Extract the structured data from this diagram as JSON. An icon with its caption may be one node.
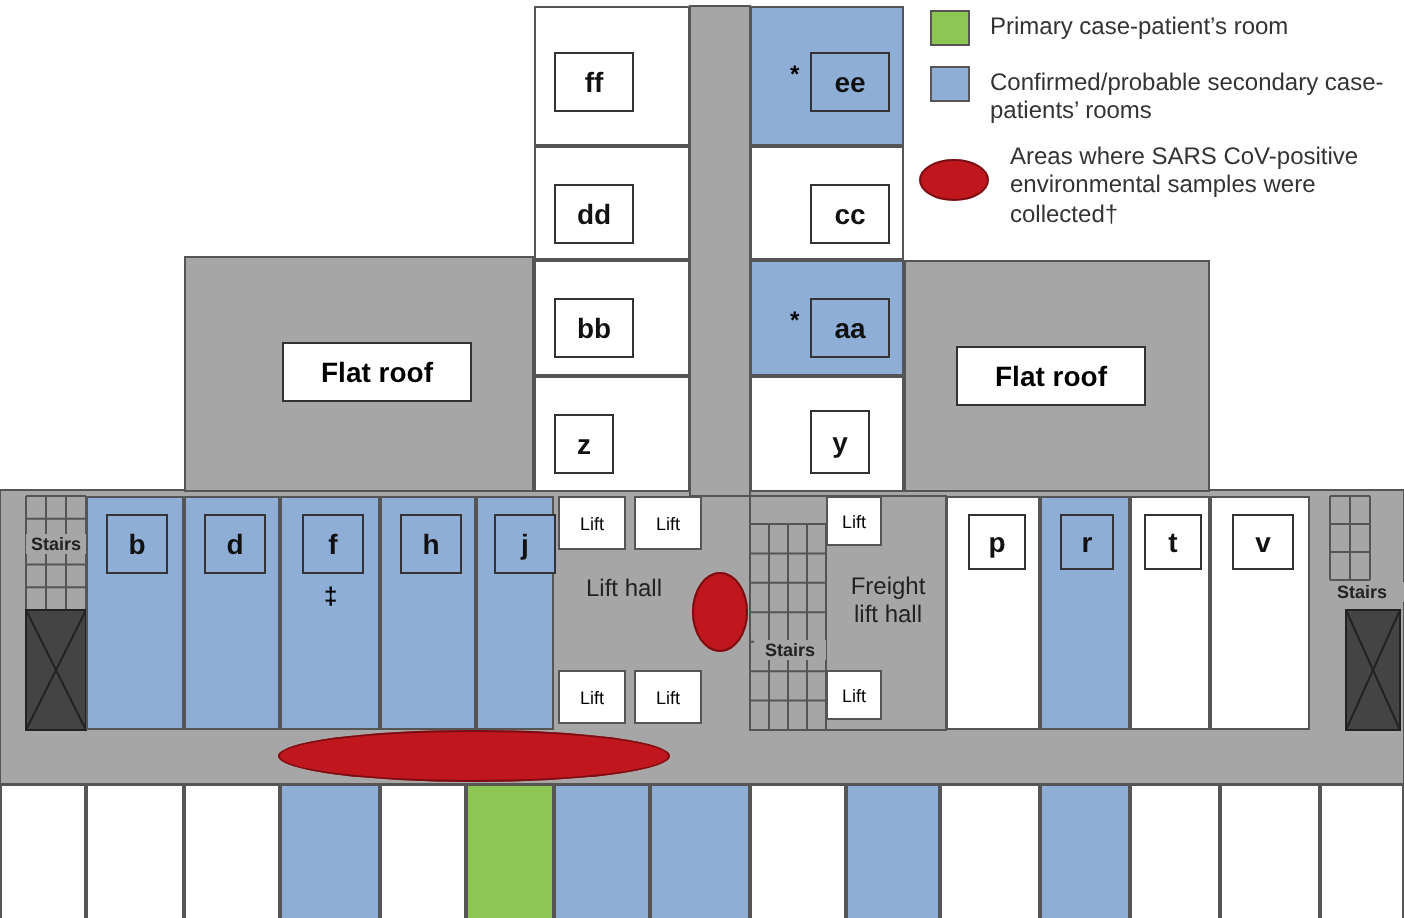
{
  "diagram": {
    "nodes": [
      {
        "text": [
          "ff"
        ]
      },
      {
        "text": [
          "ee",
          "*"
        ]
      },
      {
        "text": [
          "dd"
        ]
      },
      {
        "text": [
          "cc"
        ]
      },
      {
        "text": [
          "Flat roof"
        ]
      },
      {
        "text": [
          "bb"
        ]
      },
      {
        "text": [
          "aa",
          "*"
        ]
      },
      {
        "text": [
          "Flat roof"
        ]
      },
      {
        "text": [
          "z"
        ]
      },
      {
        "text": [
          "y"
        ]
      },
      {
        "text": [
          "Lift"
        ]
      },
      {
        "text": [
          "Lift"
        ]
      },
      {
        "text": [
          "Lift"
        ]
      },
      {
        "text": [
          "b"
        ]
      },
      {
        "text": [
          "d"
        ]
      },
      {
        "text": [
          "f",
          "‡"
        ]
      },
      {
        "text": [
          "h"
        ]
      },
      {
        "text": [
          "j"
        ]
      },
      {
        "text": [
          "p"
        ]
      },
      {
        "text": [
          "r"
        ]
      },
      {
        "text": [
          "t"
        ]
      },
      {
        "text": [
          "v"
        ]
      },
      {
        "text": [
          "Lift"
        ]
      },
      {
        "text": [
          "Lift"
        ]
      },
      {
        "text": [
          "Lift"
        ]
      },
      {
        "text": [],
        "shape": "box"
      },
      {
        "text": [],
        "shape": "box"
      },
      {
        "text": [],
        "shape": "box"
      },
      {
        "text": [],
        "shape": "box"
      },
      {
        "text": [],
        "shape": "box"
      },
      {
        "text": [],
        "shape": "box"
      },
      {
        "text": [],
        "shape": "box"
      },
      {
        "text": [],
        "shape": "box"
      },
      {
        "text": [],
        "shape": "box"
      },
      {
        "text": [],
        "shape": "box"
      },
      {
        "text": [],
        "shape": "box"
      },
      {
        "text": [],
        "shape": "box"
      },
      {
        "text": [],
        "shape": "box"
      },
      {
        "text": [],
        "shape": "box"
      },
      {
        "text": [],
        "shape": "box"
      },
      {
        "text": [],
        "shape": "ellipse"
      },
      {
        "text": [],
        "shape": "ellipse"
      }
    ],
    "labels": [
      "Stairs",
      "Lift hall",
      "Stairs",
      "Freight lift hall",
      "Stairs"
    ],
    "legend": [
      {
        "text": "Primary case-patient’s room",
        "color": "#8dc653"
      },
      {
        "text": "Confirmed/probable secondary case-patients’ rooms",
        "color": "#8eaed6"
      },
      {
        "text": "Areas where SARS CoV-positive environmental samples were collected†"
      }
    ]
  }
}
